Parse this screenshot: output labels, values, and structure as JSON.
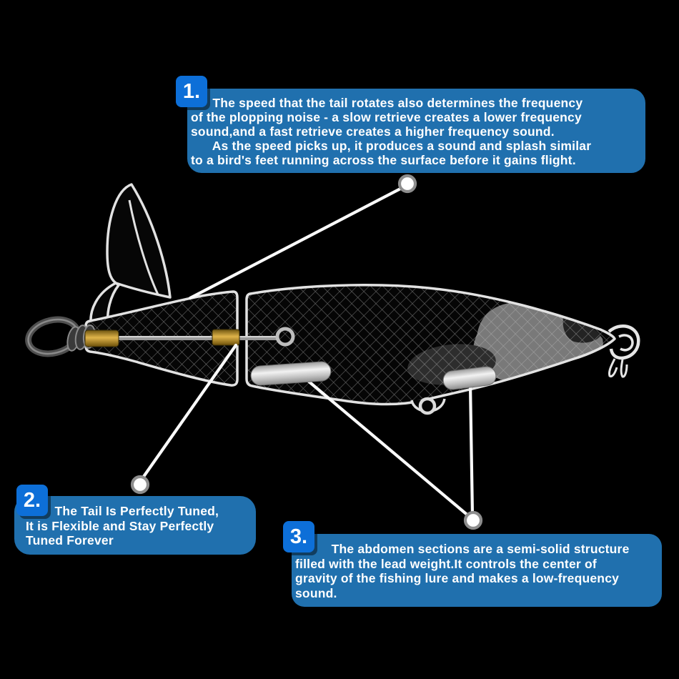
{
  "colors": {
    "background": "#000000",
    "callout_box_blue": "#2070ae",
    "number_badge_blue": "#0d6fd8",
    "text_white": "#ffffff",
    "lure_outline": "#e2e2e2",
    "brass_bushing_gold": "#d2a63c",
    "lead_weight_gray": "#e8e8e8",
    "connector_line": "#fafafa"
  },
  "callouts": [
    {
      "number": "1.",
      "lines": [
        "      The speed that the tail rotates also determines the frequency",
        "of the plopping noise - a slow retrieve creates a lower frequency",
        "sound,and a fast retrieve creates a higher frequency sound.",
        "      As the speed picks up, it produces a sound and splash similar",
        "to a bird's feet running across the surface before it gains flight."
      ]
    },
    {
      "number": "2.",
      "lines": [
        "        The Tail Is Perfectly Tuned,",
        "It is Flexible and Stay Perfectly",
        "Tuned Forever"
      ]
    },
    {
      "number": "3.",
      "lines": [
        "          The abdomen sections are a semi-solid structure",
        "filled with the lead weight.It controls the center of",
        "gravity of the fishing lure and makes a low-frequency",
        "sound."
      ]
    }
  ],
  "illustration": {
    "name": "topwater-plopper-fishing-lure-cutaway-diagram",
    "parts": [
      "rotating-tail-blade",
      "tail-section",
      "main-body",
      "swivel",
      "wire-axle",
      "brass-bushing-rear",
      "brass-bushing-mid",
      "wire-eye",
      "lead-weight-rear",
      "lead-weight-front",
      "belly-hook-eyelet",
      "nose-line-tie"
    ]
  }
}
